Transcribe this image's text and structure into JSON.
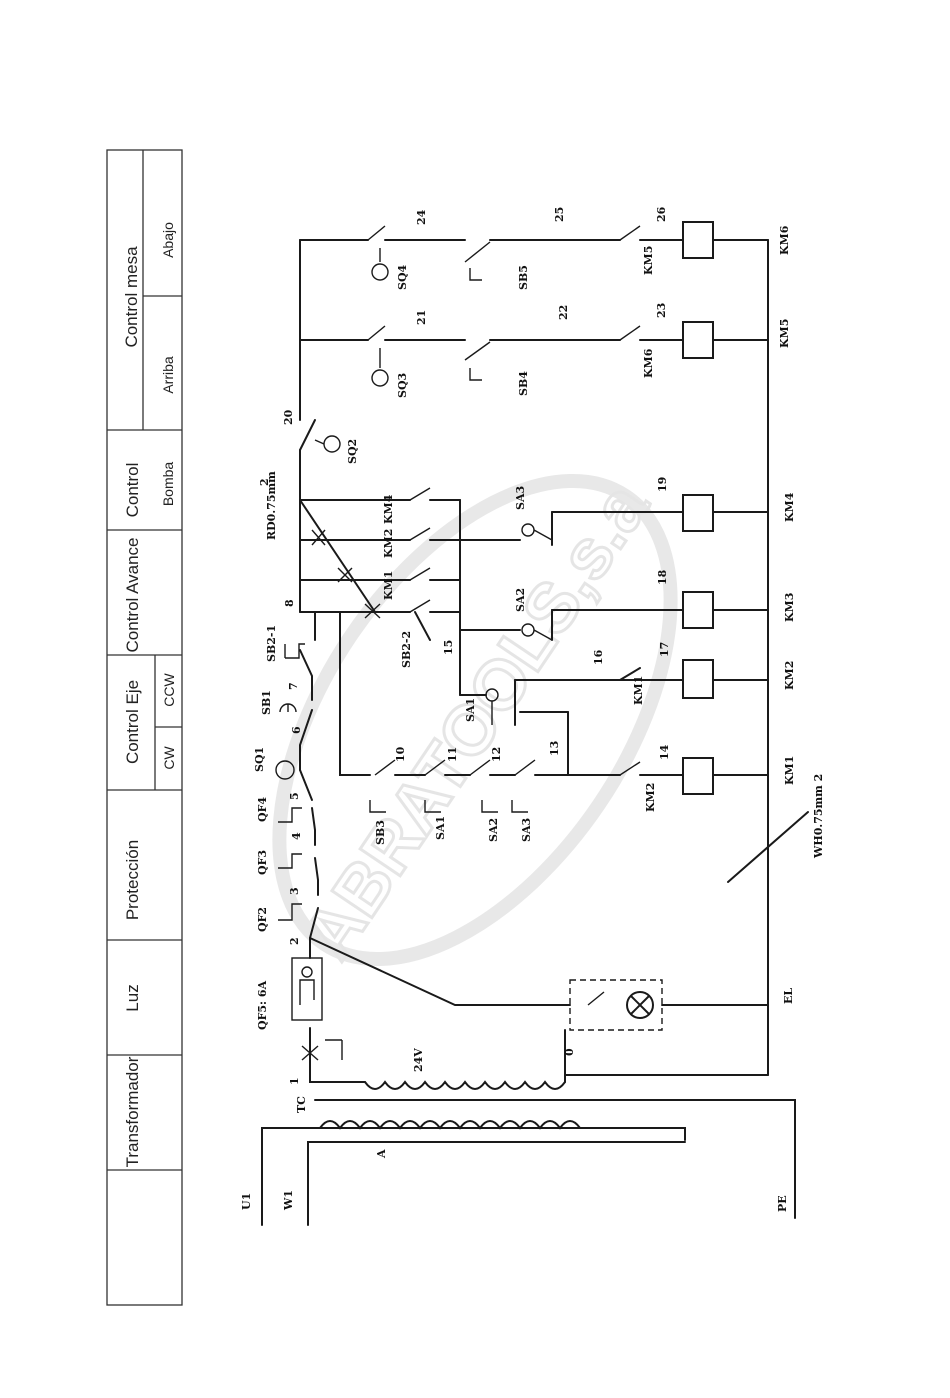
{
  "sections": {
    "transformador": "Transformador",
    "luz": "Luz",
    "proteccion": "Protección",
    "control_eje": "Control Eje",
    "cw": "CW",
    "ccw": "CCW",
    "control_avance": "Control Avance",
    "control": "Control",
    "bomba": "Bomba",
    "control_mesa": "Control mesa",
    "arriba": "Arriba",
    "abajo": "Abajo"
  },
  "watermark": "ABRATOOLS,s.a",
  "labels": {
    "u1": "U1",
    "w1": "W1",
    "pe": "PE",
    "tc": "TC",
    "a": "A",
    "v24": "24V",
    "n0": "0",
    "n1": "1",
    "n2": "2",
    "n3": "3",
    "n4": "4",
    "n5": "5",
    "n6": "6",
    "n7": "7",
    "n8": "8",
    "n10": "10",
    "n11": "11",
    "n12": "12",
    "n13": "13",
    "n14": "14",
    "n15": "15",
    "n16": "16",
    "n17": "17",
    "n18": "18",
    "n19": "19",
    "n20": "20",
    "n21": "21",
    "n22": "22",
    "n23": "23",
    "n24": "24",
    "n25": "25",
    "n26": "26",
    "qf5": "QF5: 6A",
    "qf2": "QF2",
    "qf3": "QF3",
    "qf4": "QF4",
    "sq1": "SQ1",
    "sb1": "SB1",
    "sb21": "SB2-1",
    "sb22": "SB2-2",
    "sb3": "SB3",
    "sa1": "SA1",
    "sa2": "SA2",
    "sa3": "SA3",
    "sa1b": "SA1",
    "sa2b": "SA2",
    "sa3b": "SA3",
    "km1c": "KM1",
    "km2c": "KM2",
    "km4c": "KM4",
    "km1s": "KM1",
    "km2s": "KM2",
    "km6s": "KM6",
    "km5s": "KM5",
    "sq2": "SQ2",
    "sq3": "SQ3",
    "sq4": "SQ4",
    "sb4": "SB4",
    "sb5": "SB5",
    "km1": "KM1",
    "km2": "KM2",
    "km3": "KM3",
    "km4": "KM4",
    "km5": "KM5",
    "km6": "KM6",
    "el": "EL",
    "rd": "RD0.75mm",
    "sup2": "2",
    "wh": "WH0.75mm 2"
  }
}
